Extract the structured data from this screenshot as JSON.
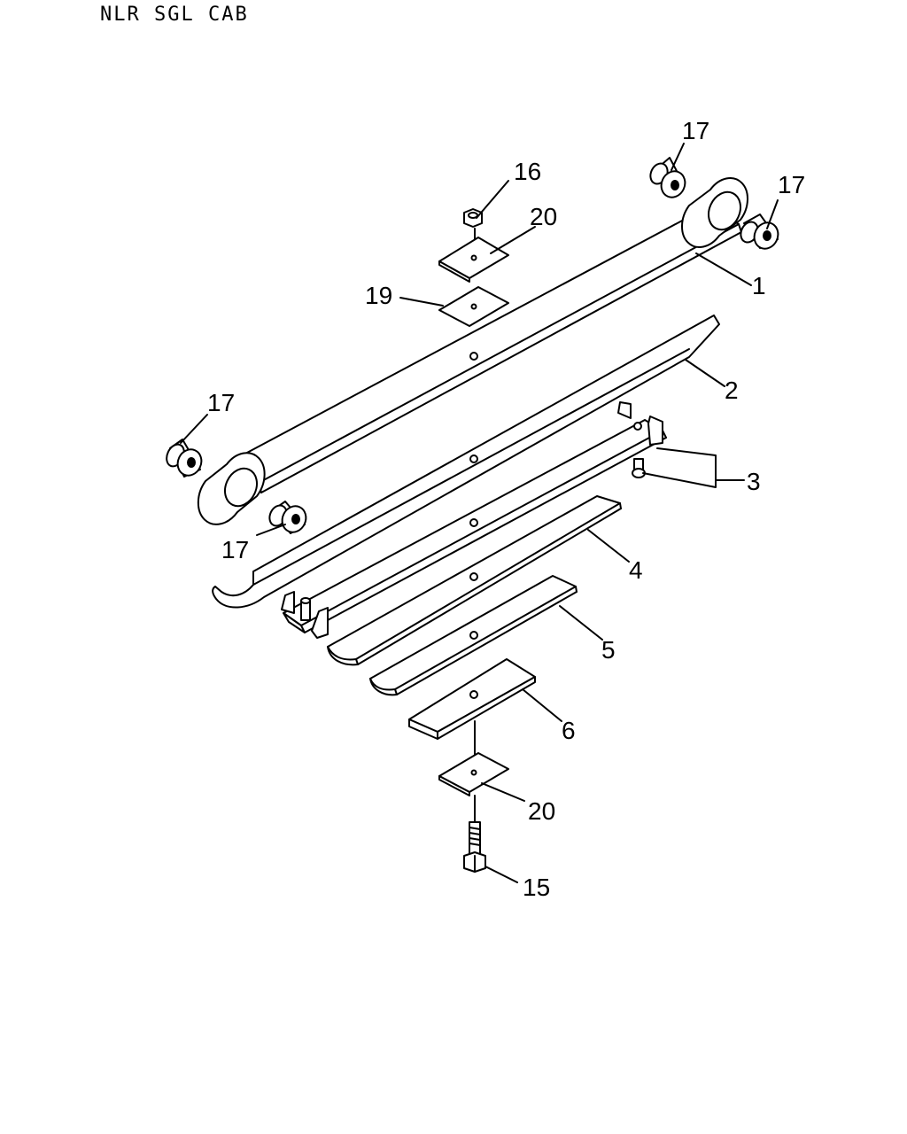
{
  "header": {
    "title": "NLR SGL CAB"
  },
  "callouts": [
    {
      "id": "c17a",
      "label": "17"
    },
    {
      "id": "c16",
      "label": "16"
    },
    {
      "id": "c17b",
      "label": "17"
    },
    {
      "id": "c20a",
      "label": "20"
    },
    {
      "id": "c1",
      "label": "1"
    },
    {
      "id": "c19",
      "label": "19"
    },
    {
      "id": "c2",
      "label": "2"
    },
    {
      "id": "c17c",
      "label": "17"
    },
    {
      "id": "c3",
      "label": "3"
    },
    {
      "id": "c17d",
      "label": "17"
    },
    {
      "id": "c4",
      "label": "4"
    },
    {
      "id": "c5",
      "label": "5"
    },
    {
      "id": "c6",
      "label": "6"
    },
    {
      "id": "c20b",
      "label": "20"
    },
    {
      "id": "c15",
      "label": "15"
    }
  ]
}
